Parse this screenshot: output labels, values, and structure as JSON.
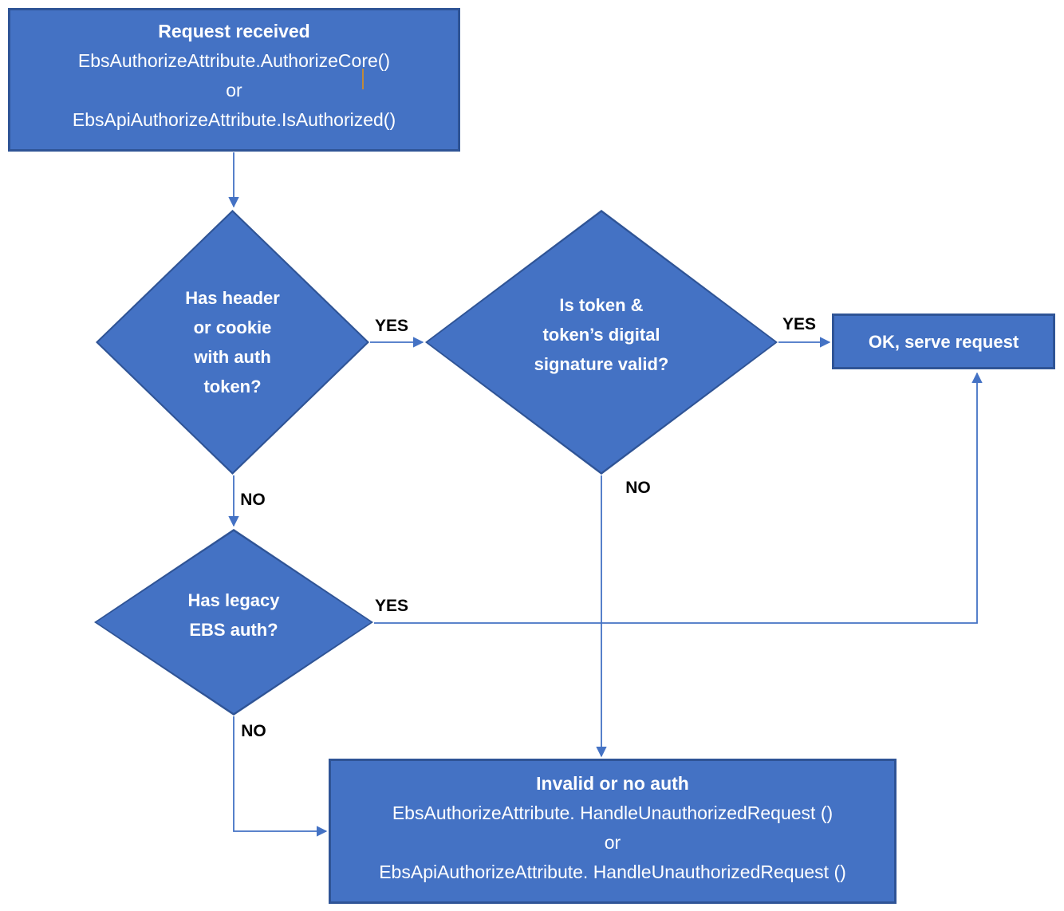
{
  "diagram": {
    "colors": {
      "canvas_bg": "#FFFFFF",
      "shape_fill": "#4472C4",
      "shape_border": "#2F5496",
      "shape_text": "#FFFFFF",
      "connector": "#4472C4",
      "edge_label_text": "#000000",
      "stray_mark": "#BF8A3B"
    }
  },
  "nodes": {
    "request_received": {
      "shape": "rectangle",
      "lines": [
        "Request received",
        "EbsAuthorizeAttribute.AuthorizeCore()",
        "or",
        "EbsApiAuthorizeAttribute.IsAuthorized()"
      ]
    },
    "has_header_or_cookie": {
      "shape": "diamond",
      "lines": [
        "Has header",
        "or cookie",
        "with auth",
        "token?"
      ]
    },
    "is_token_valid": {
      "shape": "diamond",
      "lines": [
        "Is token &",
        "token’s digital",
        "signature valid?"
      ]
    },
    "ok_serve_request": {
      "shape": "rectangle",
      "lines": [
        "OK, serve request"
      ]
    },
    "has_legacy_ebs_auth": {
      "shape": "diamond",
      "lines": [
        "Has legacy",
        "EBS auth?"
      ]
    },
    "invalid_or_no_auth": {
      "shape": "rectangle",
      "lines": [
        "Invalid or no auth",
        "EbsAuthorizeAttribute. HandleUnauthorizedRequest ()",
        "or",
        "EbsApiAuthorizeAttribute. HandleUnauthorizedRequest ()"
      ]
    }
  },
  "edge_labels": {
    "has_header_yes": "YES",
    "has_header_no": "NO",
    "is_token_yes": "YES",
    "is_token_no": "NO",
    "has_legacy_yes": "YES",
    "has_legacy_no": "NO"
  }
}
